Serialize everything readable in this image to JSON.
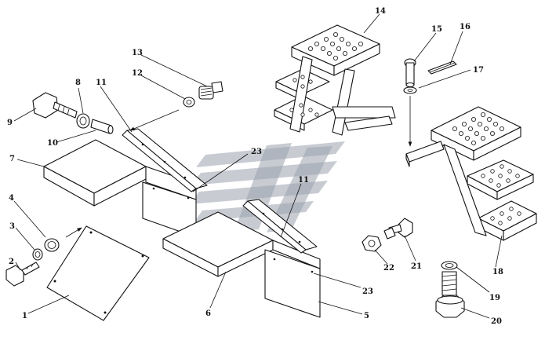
{
  "diagram": {
    "callouts": {
      "c1": "1",
      "c2": "2",
      "c3": "3",
      "c4": "4",
      "c5": "5",
      "c6": "6",
      "c7": "7",
      "c8": "8",
      "c9": "9",
      "c10": "10",
      "c11a": "11",
      "c11b": "11",
      "c12": "12",
      "c13": "13",
      "c14": "14",
      "c15": "15",
      "c16": "16",
      "c17": "17",
      "c18": "18",
      "c19": "19",
      "c20": "20",
      "c21": "21",
      "c22": "22",
      "c23a": "23",
      "c23b": "23"
    },
    "watermark": "logo-emblem"
  }
}
